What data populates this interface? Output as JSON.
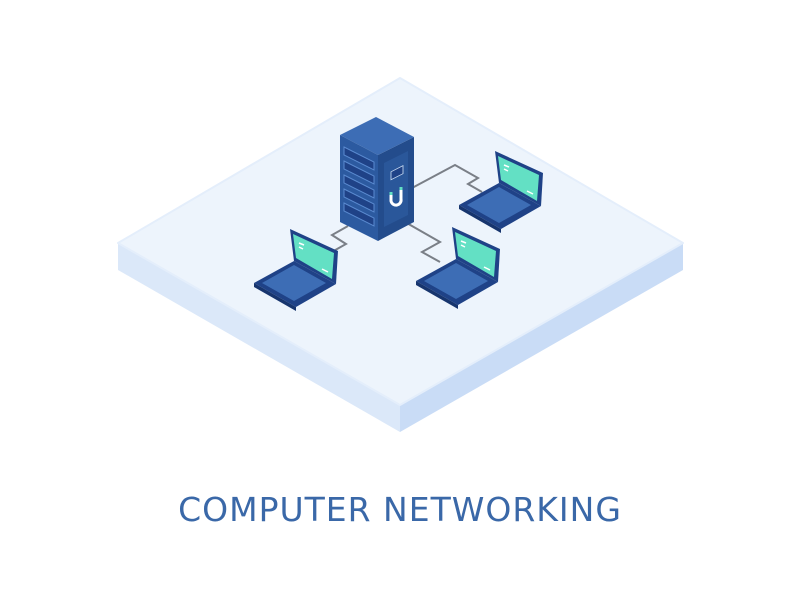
{
  "title": "COMPUTER NETWORKING",
  "colors": {
    "platform_top": "#edf4fc",
    "platform_left": "#dbe8f9",
    "platform_right": "#c9dcf6",
    "server_front": "#2c5aa0",
    "server_side": "#234c8c",
    "server_top": "#3d6db5",
    "screen": "#63e0c4",
    "laptop_dark": "#1f4287",
    "keyboard": "#3d6db5",
    "cable": "#7a7f87",
    "title": "#3a68a8"
  },
  "scene": {
    "server": "server-rack",
    "laptops": [
      "laptop",
      "laptop",
      "laptop"
    ]
  }
}
